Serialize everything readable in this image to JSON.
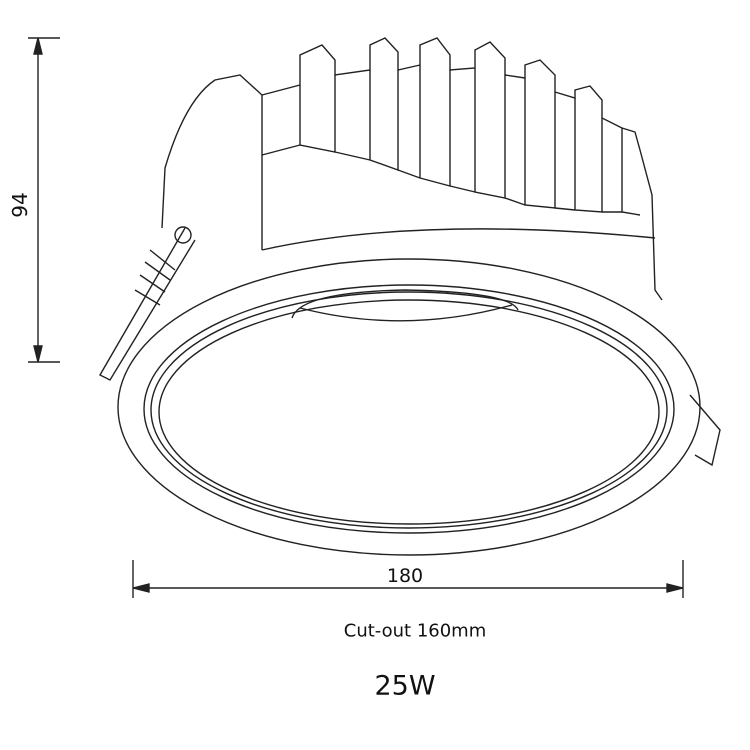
{
  "dimensions": {
    "height": "94",
    "width": "180"
  },
  "cutout_label": "Cut-out 160mm",
  "power_label": "25W"
}
